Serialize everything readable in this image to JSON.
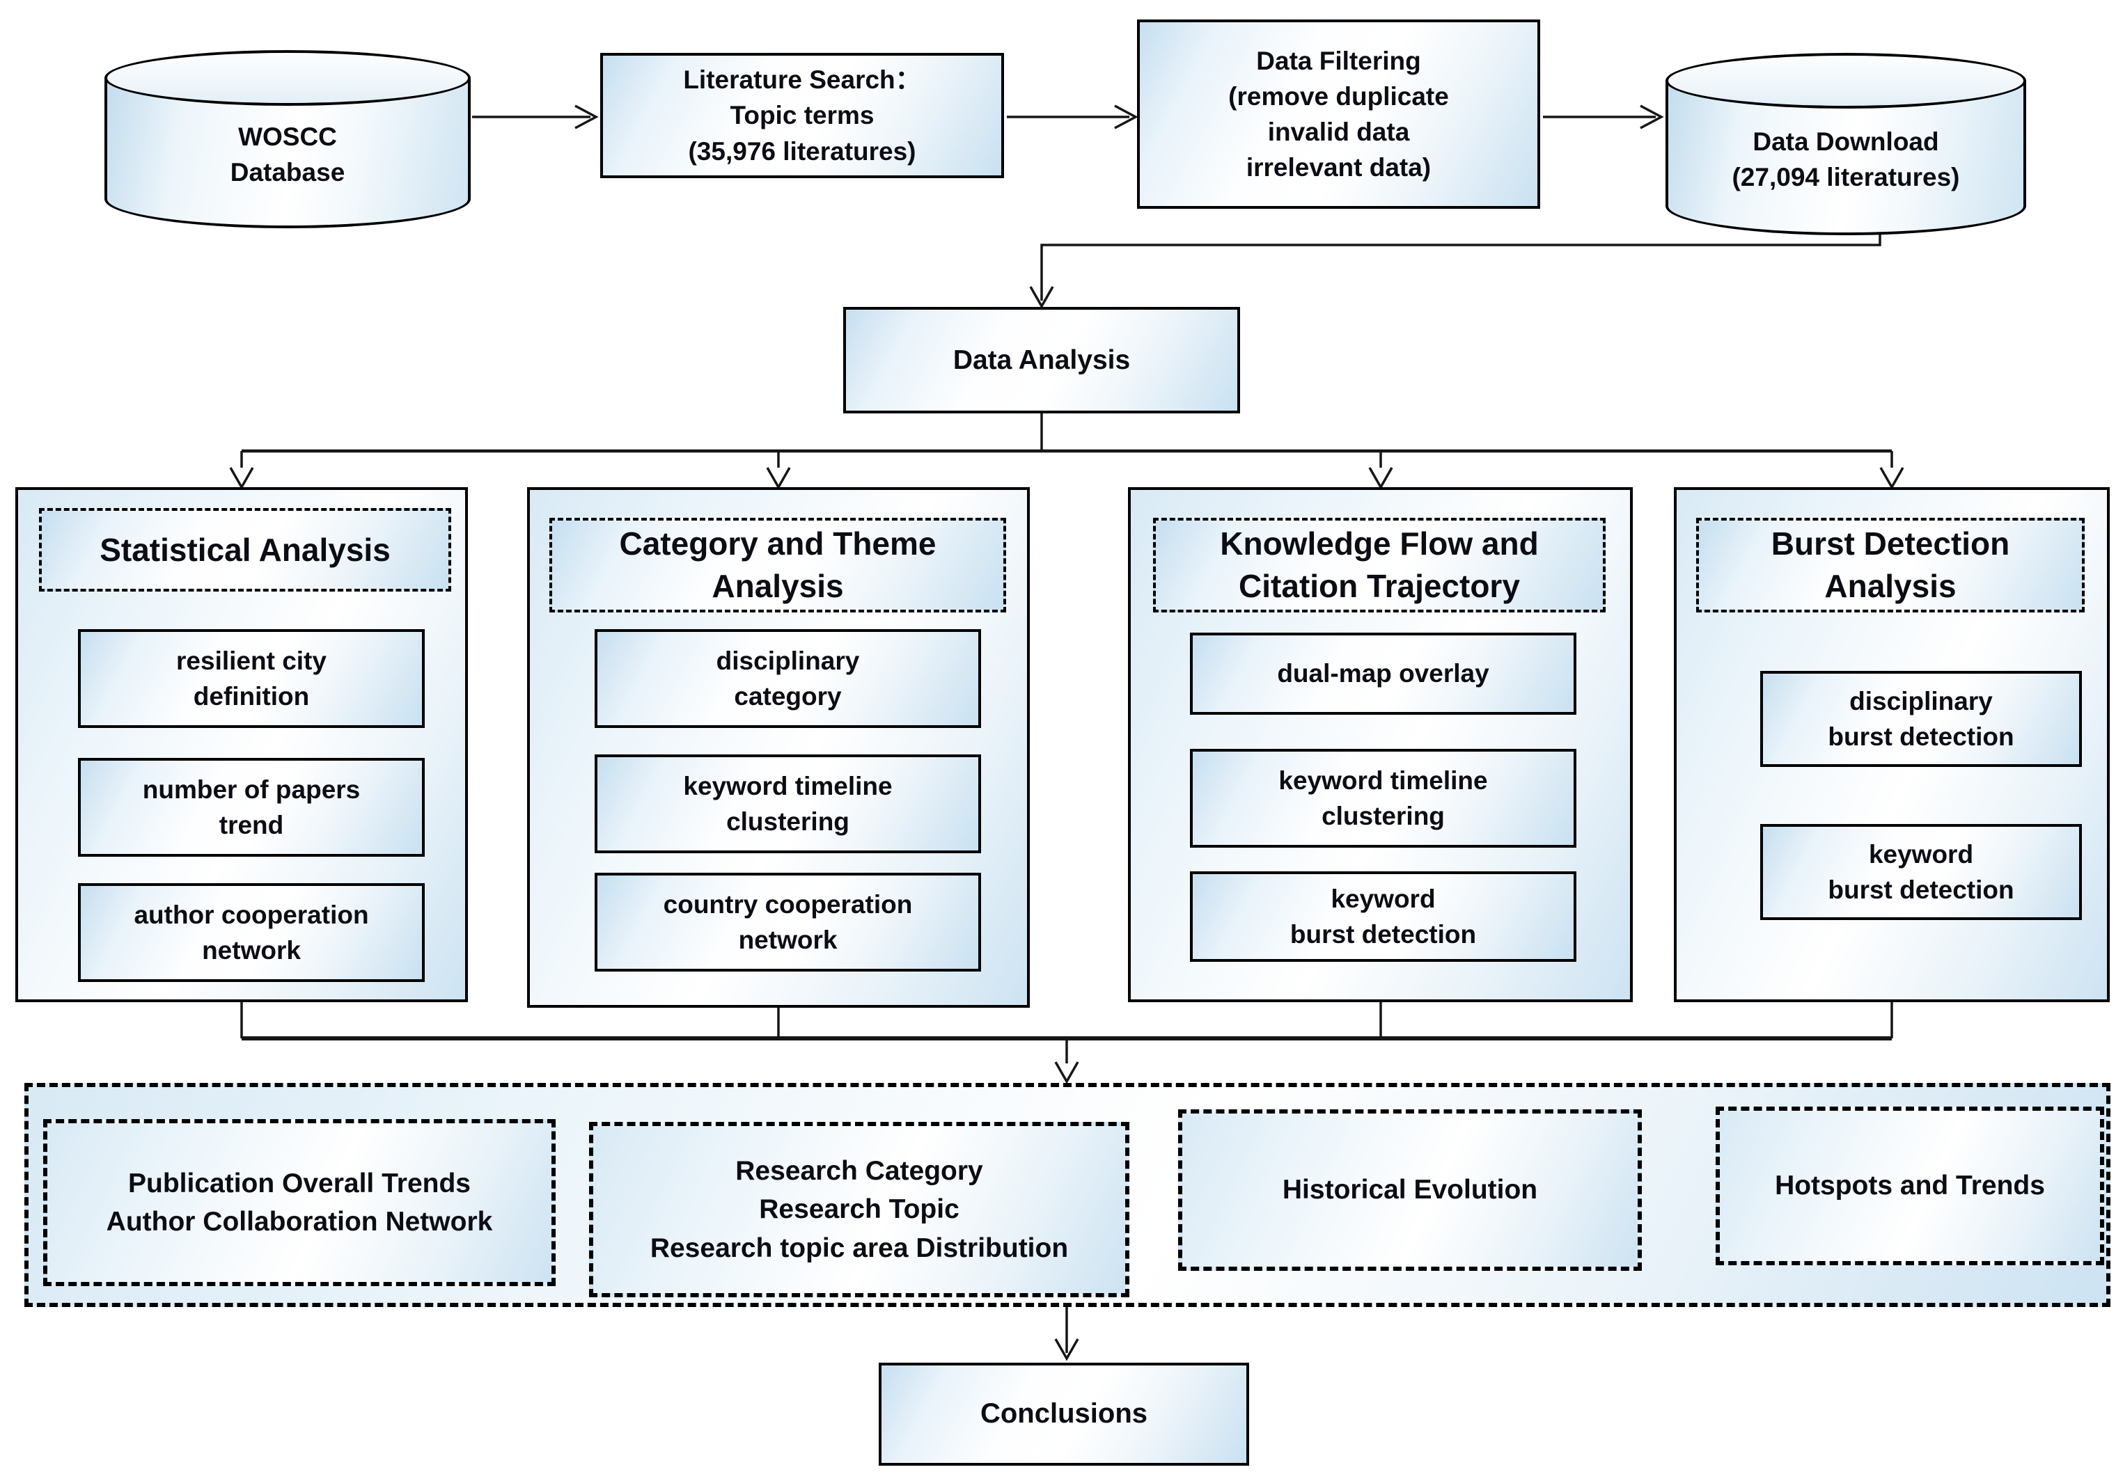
{
  "pipeline": {
    "woscc": {
      "label": "WOSCC\nDatabase"
    },
    "literature_search": {
      "label": "Literature Search：\nTopic terms\n(35,976 literatures)"
    },
    "data_filtering": {
      "label": "Data Filtering\n(remove duplicate\ninvalid data\nirrelevant data)"
    },
    "data_download": {
      "label": "Data Download\n(27,094 literatures)"
    },
    "data_analysis": {
      "label": "Data Analysis"
    }
  },
  "columns": [
    {
      "title": "Statistical Analysis",
      "items": [
        "resilient city\ndefinition",
        "number of papers\ntrend",
        "author cooperation\nnetwork"
      ]
    },
    {
      "title": "Category and Theme\nAnalysis",
      "items": [
        "disciplinary\ncategory",
        "keyword timeline\nclustering",
        "country cooperation\nnetwork"
      ]
    },
    {
      "title": "Knowledge Flow and\nCitation Trajectory",
      "items": [
        "dual-map overlay",
        "keyword timeline\nclustering",
        "keyword\nburst detection"
      ]
    },
    {
      "title": "Burst Detection\nAnalysis",
      "items": [
        "disciplinary\nburst detection",
        "keyword\nburst detection"
      ]
    }
  ],
  "results": [
    "Publication Overall Trends\nAuthor Collaboration Network",
    "Research Category\nResearch Topic\nResearch topic area Distribution",
    "Historical Evolution",
    "Hotspots and Trends"
  ],
  "conclusions": {
    "label": "Conclusions"
  },
  "colors": {
    "border": "#000000",
    "fill_light_blue": "#c6dff0",
    "fill_white": "#ffffff",
    "text": "#0c0c14"
  }
}
